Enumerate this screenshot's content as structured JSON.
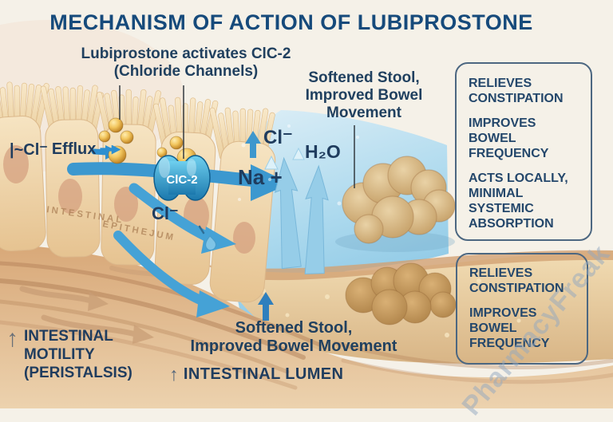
{
  "title": "MECHANISM OF ACTION OF LUBIPROSTONE",
  "watermark": "PharmacyFreak",
  "callouts": {
    "activation": [
      "Lubiprostone activates ClC-2",
      "(Chloride Channels)"
    ],
    "softened_top": [
      "Softened Stool,",
      "Improved Bowel",
      "Movement"
    ],
    "softened_bottom": [
      "Softened Stool,",
      "Improved Bowel Movement"
    ],
    "intestinal_lumen": "INTESTINAL LUMEN",
    "motility": [
      "INTESTINAL",
      "MOTILITY",
      "(PERISTALSIS)"
    ]
  },
  "diagram_labels": {
    "efflux_prefix": "|~Cl⁻",
    "efflux_word": "Efflux",
    "channel": "ClC-2",
    "cl_below_channel": "Cl⁻",
    "cl_secreted": "Cl⁻",
    "sodium": "Na +",
    "water": "H₂O",
    "cell_surface": [
      "INTESTINAL",
      "EPITHEJUM"
    ]
  },
  "benefit_boxes": [
    {
      "items": [
        {
          "lines": [
            "RELIEVES",
            "CONSTIPATION"
          ]
        },
        {
          "lines": [
            "IMPROVES",
            "BOWEL",
            "FREQUENCY"
          ]
        },
        {
          "lines": [
            "ACTS LOCALLY,",
            "MINIMAL",
            "SYSTEMIC",
            "ABSORPTION"
          ]
        }
      ]
    },
    {
      "items": [
        {
          "lines": [
            "RELIEVES",
            "CONSTIPATION"
          ]
        },
        {
          "lines": [
            "IMPROVES",
            "BOWEL",
            "FREQUENCY"
          ]
        }
      ]
    }
  ],
  "colors": {
    "title_blue": "#164a7b",
    "text_navy": "#1f3c5e",
    "arrow_blue": "#3c98cf",
    "water_blue": "#a6d7ee",
    "lubiprostone_gold": "#e8b84b",
    "box_border": "#4c6781",
    "cell_tan": "#eccfa2",
    "wall_brown": "#c08c5e",
    "watermark_gray": "#92a8c0"
  }
}
